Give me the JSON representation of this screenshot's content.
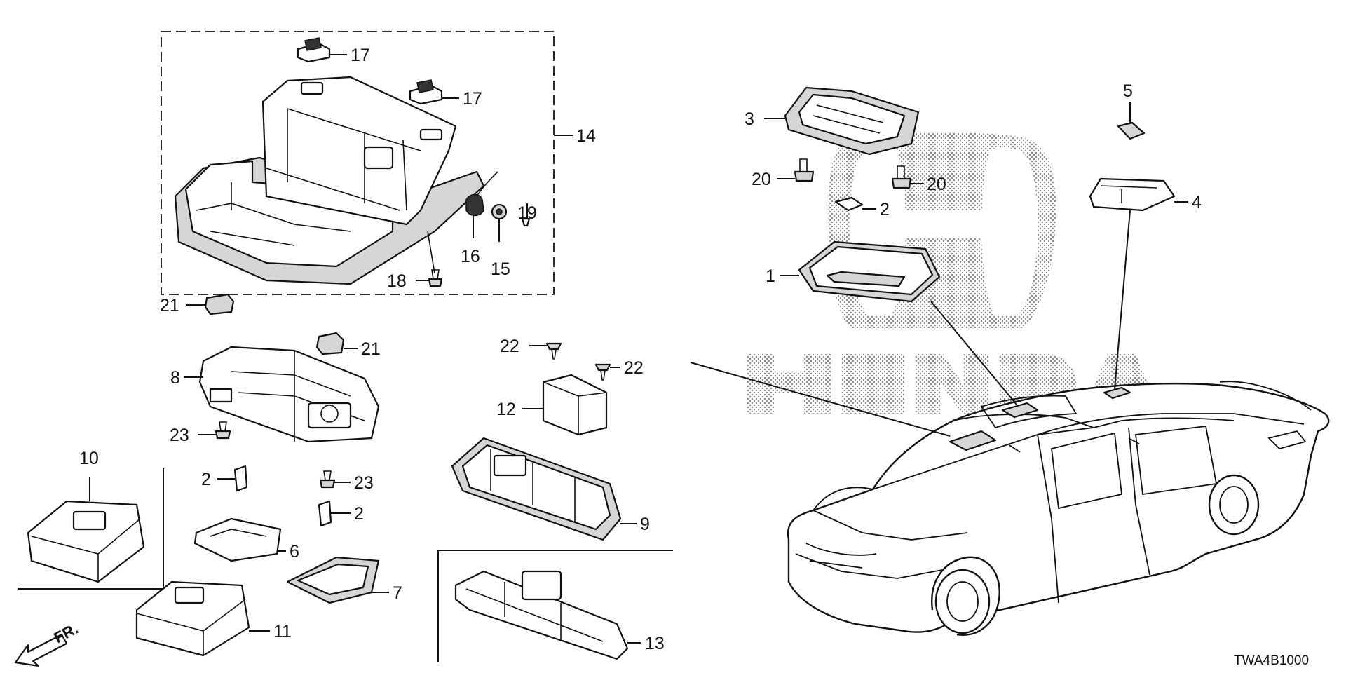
{
  "diagram_code": "TWA4B1000",
  "front_arrow_label": "FR.",
  "callouts": {
    "c1": "1",
    "c2a": "2",
    "c2b": "2",
    "c2c": "2",
    "c3": "3",
    "c4": "4",
    "c5": "5",
    "c6": "6",
    "c7": "7",
    "c8": "8",
    "c9": "9",
    "c10": "10",
    "c11": "11",
    "c12": "12",
    "c13": "13",
    "c14": "14",
    "c15": "15",
    "c16": "16",
    "c17a": "17",
    "c17b": "17",
    "c18": "18",
    "c19": "19",
    "c20a": "20",
    "c20b": "20",
    "c21a": "21",
    "c21b": "21",
    "c22a": "22",
    "c22b": "22",
    "c23a": "23",
    "c23b": "23"
  },
  "watermark": "HONDA"
}
